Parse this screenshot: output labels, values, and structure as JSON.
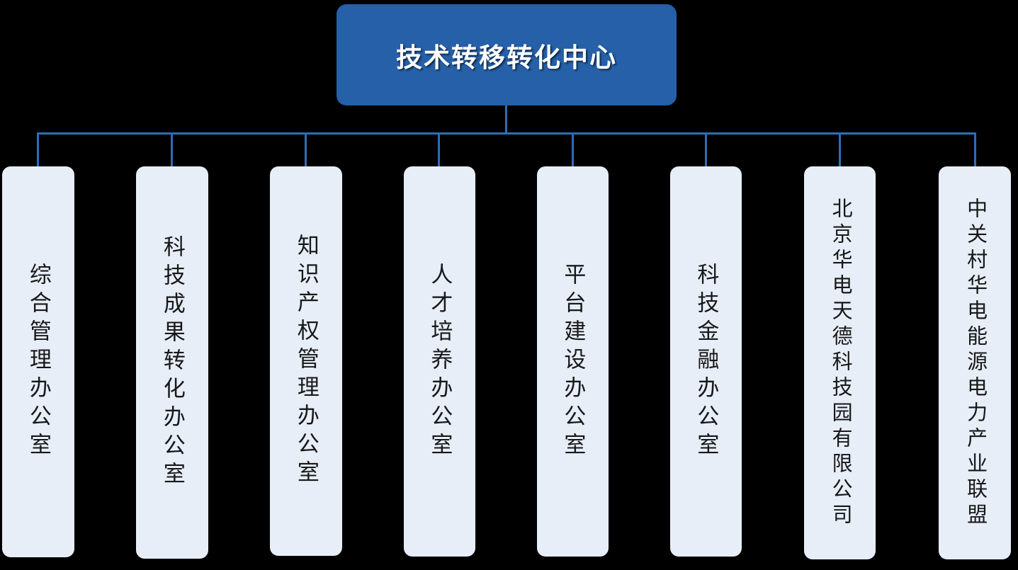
{
  "chart": {
    "type": "org-chart",
    "title": "技术转移转化中心",
    "root": {
      "label": "技术转移转化中心",
      "fill_color": "#2560a8",
      "text_color": "#ffffff"
    },
    "connector_color": "#2f6db5",
    "node_fill_color": "#e8eef7",
    "node_text_color": "#17181a",
    "background_color": "#000000",
    "children": [
      {
        "label": "综合管理办公室"
      },
      {
        "label": "科技成果转化办公室"
      },
      {
        "label": "知识产权管理办公室"
      },
      {
        "label": "人才培养办公室"
      },
      {
        "label": "平台建设办公室"
      },
      {
        "label": "科技金融办公室"
      },
      {
        "label": "北京华电天德科技园有限公司"
      },
      {
        "label": "中关村华电能源电力产业联盟"
      }
    ]
  }
}
